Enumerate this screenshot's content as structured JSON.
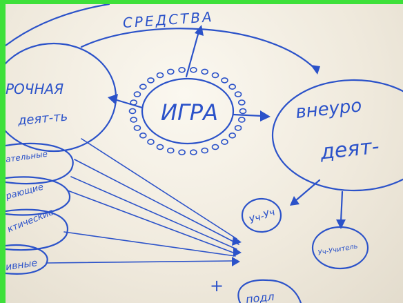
{
  "photo": {
    "frame_color": "#3ee03a",
    "ink_color": "#2b52c9",
    "paper_color": "#f4f0e6"
  },
  "labels": {
    "top": "СРЕДСТВА",
    "center": "ИГРА",
    "left_1": "РОЧНАЯ",
    "left_2": "деят-ть",
    "right_1": "внеуро",
    "right_2": "деят-",
    "sub_1": "ательные",
    "sub_2": "рающие",
    "sub_3": "ктические",
    "sub_4": "ивные",
    "small_circle_1": "Уч-Уч",
    "small_circle_2": "Уч-Учитель",
    "plus": "+",
    "bottom": "подл"
  }
}
